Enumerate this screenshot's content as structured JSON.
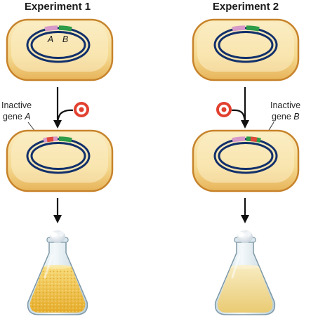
{
  "experiments": [
    {
      "title": "Experiment 1",
      "gene_a_label": "A",
      "gene_b_label": "B",
      "annotation_line1": "Inactive",
      "annotation_line2_prefix": "gene ",
      "annotation_line2_gene": "A",
      "inactivated_gene": "A",
      "outcome": "growth"
    },
    {
      "title": "Experiment 2",
      "annotation_line1": "Inactive",
      "annotation_line2_prefix": "gene ",
      "annotation_line2_gene": "B",
      "inactivated_gene": "B",
      "outcome": "no growth"
    }
  ],
  "colors": {
    "cell_fill": "#f6dfa0",
    "cell_outline": "#c7832b",
    "plasmid": "#12306b",
    "gene_a": "#d79ac8",
    "gene_b": "#2e9c48",
    "inactive": "#e0493b",
    "mutagen": "#e2402f",
    "turbid_culture": "#f0c64a",
    "clear_culture": "#f3e2a6"
  },
  "icons": {
    "mutagen": "mutagen-target-icon",
    "arrow": "down-arrow-icon",
    "flask": "erlenmeyer-flask-icon"
  }
}
